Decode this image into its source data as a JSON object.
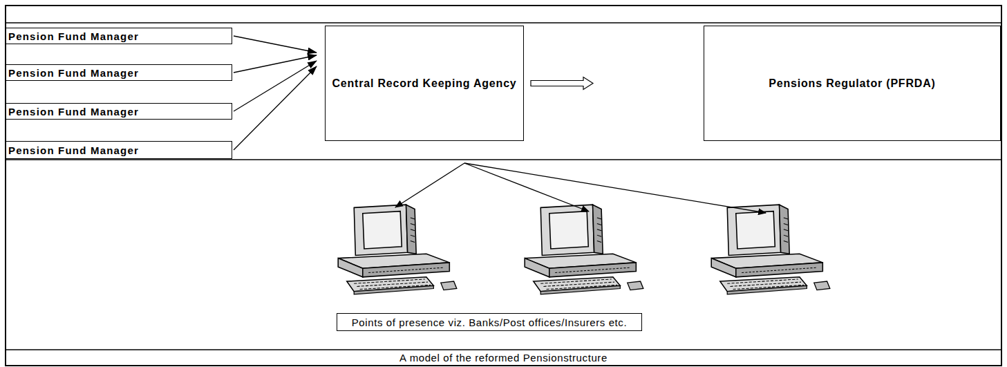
{
  "diagram": {
    "caption": "A model of the reformed Pensionstructure",
    "nodes": [
      {
        "text": [
          "Pension Fund Manager"
        ]
      },
      {
        "text": [
          "Pension Fund Manager"
        ]
      },
      {
        "text": [
          "Pension Fund Manager"
        ]
      },
      {
        "text": [
          "Pension Fund Manager"
        ]
      },
      {
        "text": [
          "Central Record Keeping Agency"
        ]
      },
      {
        "text": [
          "Pensions Regulator (PFRDA)"
        ]
      },
      {
        "text": [
          "Points of presence viz. Banks/Post offices/Insurers etc."
        ]
      }
    ],
    "edges": [
      {
        "from": 0,
        "to": 4,
        "arrow": "to"
      },
      {
        "from": 1,
        "to": 4,
        "arrow": "to"
      },
      {
        "from": 2,
        "to": 4,
        "arrow": "to"
      },
      {
        "from": 3,
        "to": 4,
        "arrow": "to"
      },
      {
        "from": 4,
        "to": 5,
        "arrow": "to"
      }
    ]
  }
}
